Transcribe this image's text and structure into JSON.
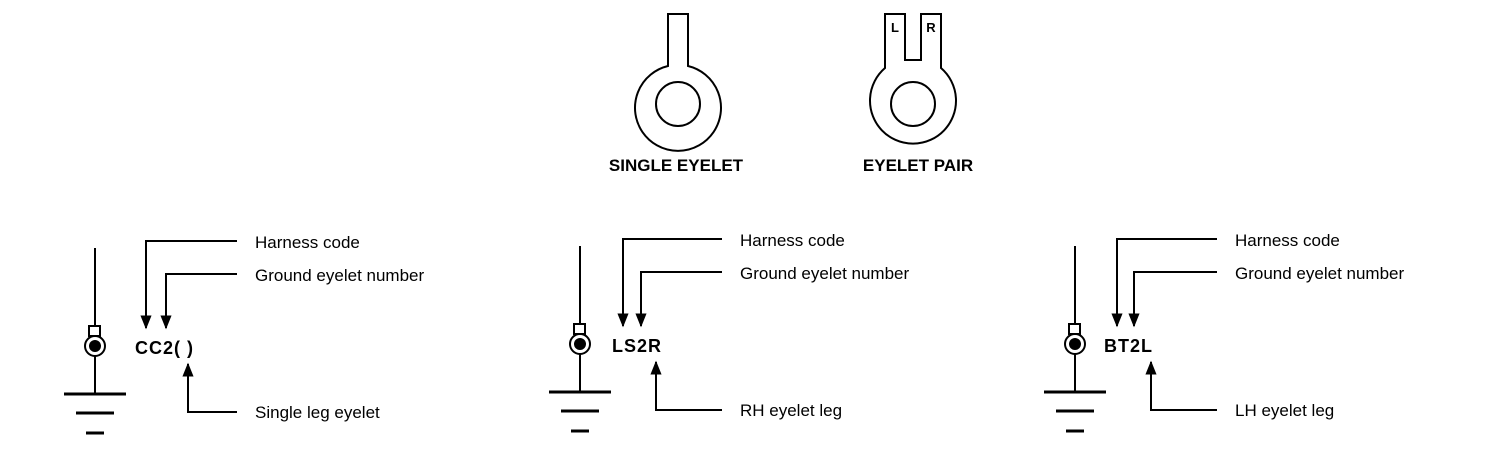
{
  "eyelets": {
    "single_caption": "SINGLE EYELET",
    "pair_caption": "EYELET PAIR",
    "pair_left_mark": "L",
    "pair_right_mark": "R"
  },
  "examples": [
    {
      "code": "CC2( )",
      "label_harness": "Harness code",
      "label_number": "Ground eyelet number",
      "label_leg": "Single leg eyelet"
    },
    {
      "code": "LS2R",
      "label_harness": "Harness code",
      "label_number": "Ground eyelet number",
      "label_leg": "RH eyelet leg"
    },
    {
      "code": "BT2L",
      "label_harness": "Harness code",
      "label_number": "Ground eyelet number",
      "label_leg": "LH eyelet leg"
    }
  ]
}
